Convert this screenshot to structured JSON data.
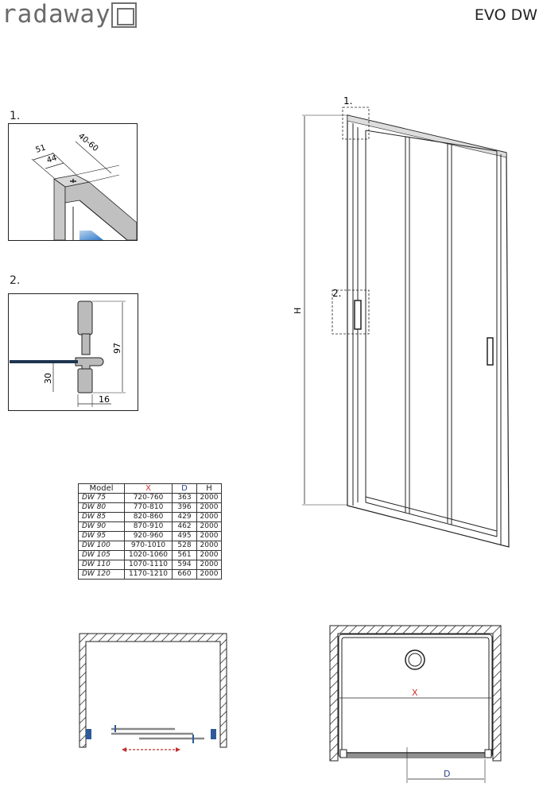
{
  "header": {
    "brand": "radaway",
    "model_title": "EVO DW"
  },
  "details": [
    {
      "label": "1.",
      "dims": [
        "51",
        "44",
        "40-60"
      ]
    },
    {
      "label": "2.",
      "dims": [
        "97",
        "30",
        "16"
      ]
    }
  ],
  "main_drawing": {
    "height_label": "H",
    "callouts": [
      "1.",
      "2."
    ]
  },
  "table": {
    "headers": [
      "Model",
      "X",
      "D",
      "H"
    ],
    "header_colors": {
      "X": "#d0322e",
      "D": "#2c3f8c"
    },
    "rows": [
      [
        "DW 75",
        "720-760",
        "363",
        "2000"
      ],
      [
        "DW 80",
        "770-810",
        "396",
        "2000"
      ],
      [
        "DW 85",
        "820-860",
        "429",
        "2000"
      ],
      [
        "DW 90",
        "870-910",
        "462",
        "2000"
      ],
      [
        "DW 95",
        "920-960",
        "495",
        "2000"
      ],
      [
        "DW 100",
        "970-1010",
        "528",
        "2000"
      ],
      [
        "DW 105",
        "1020-1060",
        "561",
        "2000"
      ],
      [
        "DW 110",
        "1070-1110",
        "594",
        "2000"
      ],
      [
        "DW 120",
        "1170-1210",
        "660",
        "2000"
      ]
    ]
  },
  "plan_view": {
    "width_label": "X",
    "depth_label": "D"
  }
}
